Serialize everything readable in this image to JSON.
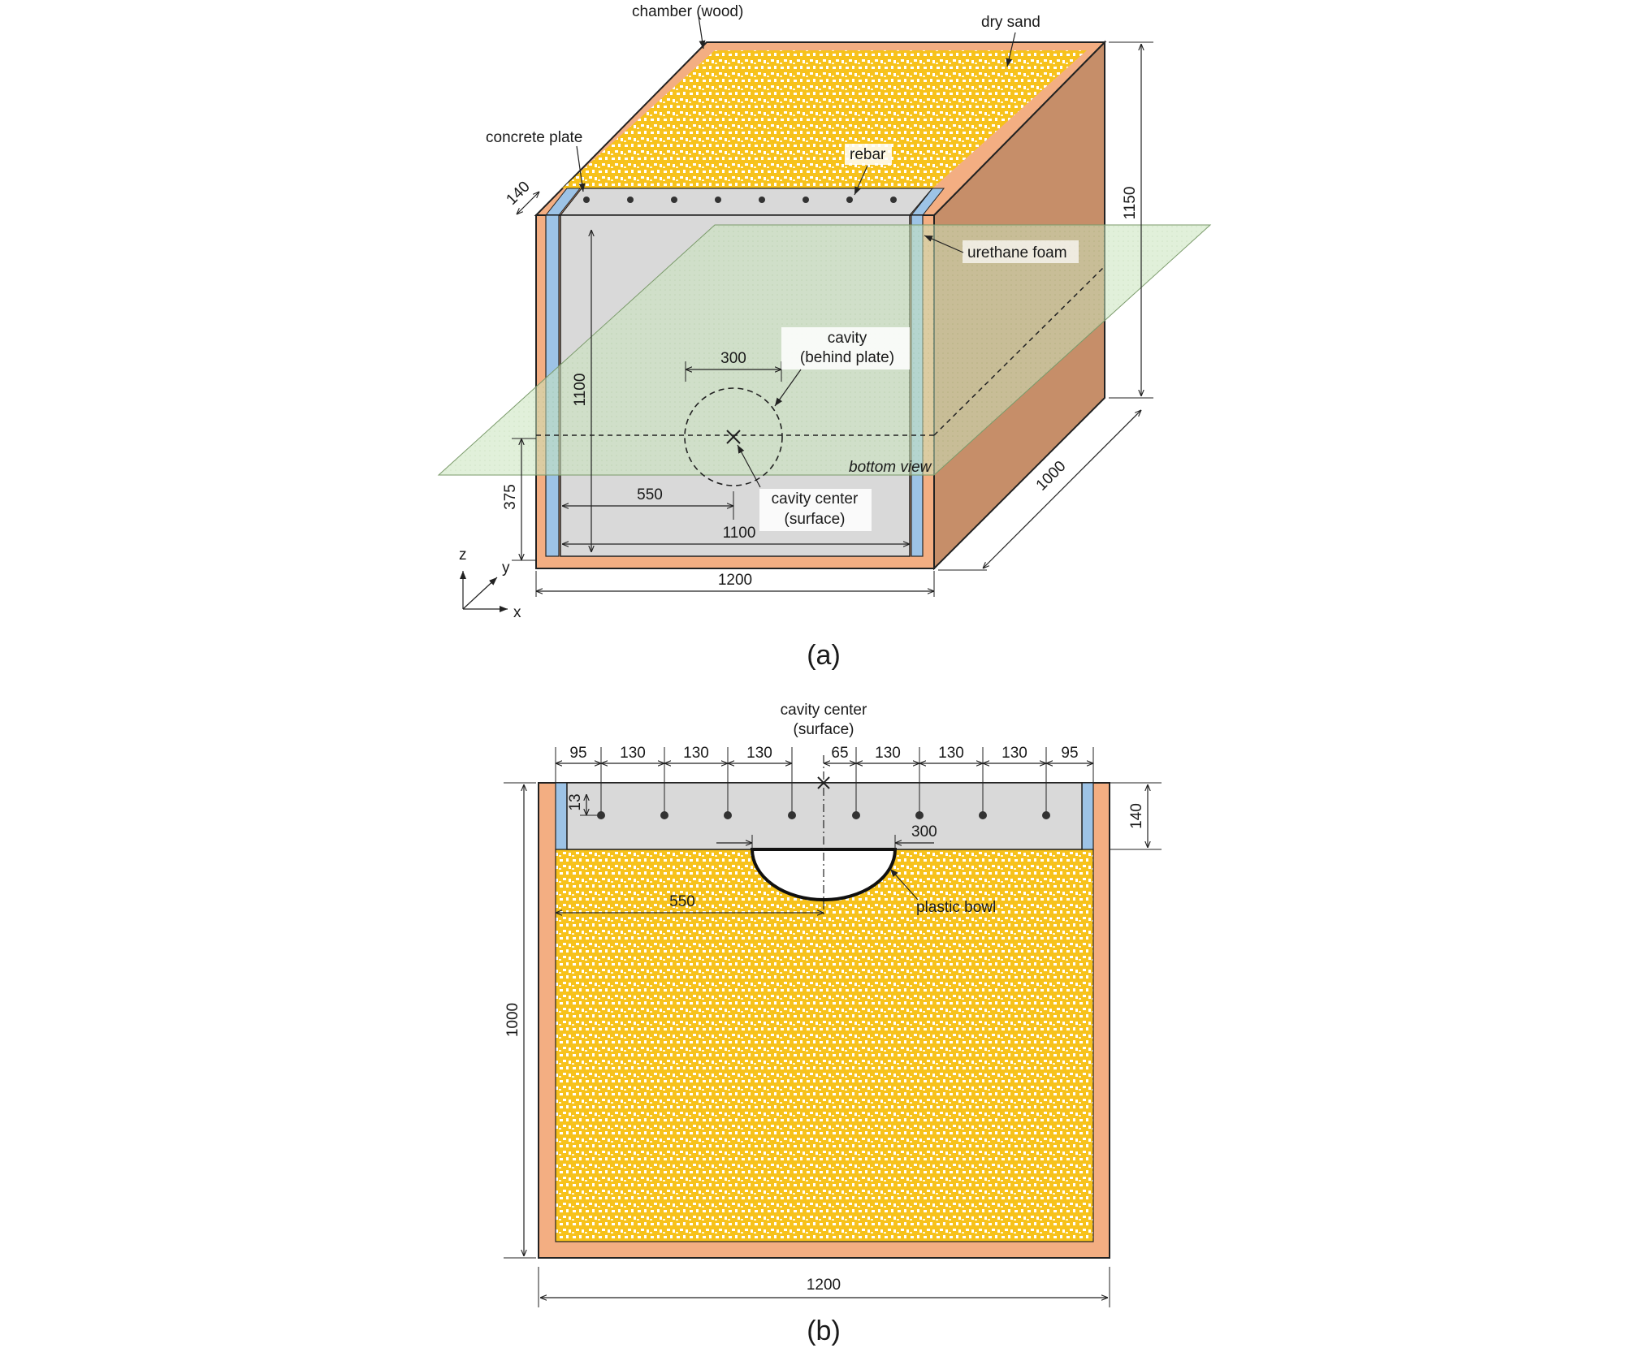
{
  "labels": {
    "chamber": "chamber (wood)",
    "dry_sand": "dry sand",
    "concrete_plate": "concrete plate",
    "rebar": "rebar",
    "urethane_foam": "urethane foam",
    "cavity_line1": "cavity",
    "cavity_line2": "(behind plate)",
    "bottom_view": "bottom view",
    "cc_line1": "cavity center",
    "cc_line2": "(surface)",
    "plastic_bowl": "plastic bowl",
    "axis_x": "x",
    "axis_y": "y",
    "axis_z": "z"
  },
  "dims_a": {
    "d140": "140",
    "d1150": "1150",
    "d1100_v": "1100",
    "d300": "300",
    "d375": "375",
    "d550": "550",
    "d1100_h": "1100",
    "d1200": "1200",
    "d1000": "1000"
  },
  "dims_b": {
    "top": [
      "95",
      "130",
      "130",
      "130",
      "65",
      "130",
      "130",
      "130",
      "95"
    ],
    "d13": "13",
    "d300": "300",
    "d140": "140",
    "d550": "550",
    "d1000": "1000",
    "d1200": "1200"
  },
  "captions": {
    "a": "(a)",
    "b": "(b)"
  },
  "colors": {
    "wood": "#F3AE82",
    "wood_side": "#C68E69",
    "concrete": "#D9D9D9",
    "foam": "#9DC3E6",
    "sand": "#F7C21C",
    "plane": "#BFDDB0"
  }
}
